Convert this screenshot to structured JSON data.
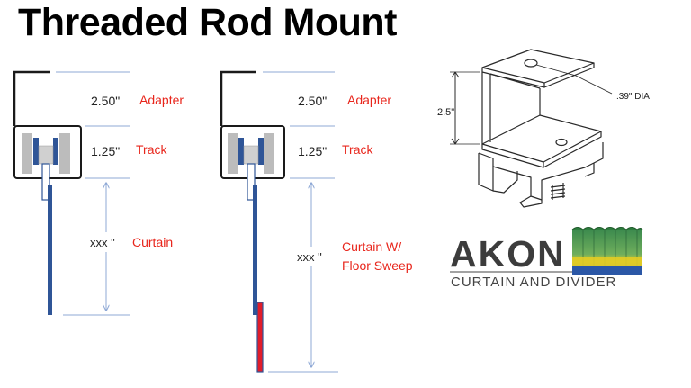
{
  "title": "Threaded Rod Mount",
  "left_diagram": {
    "adapter_dim": "2.50\"",
    "adapter_label": "Adapter",
    "track_dim": "1.25\"",
    "track_label": "Track",
    "curtain_dim": "xxx \"",
    "curtain_label": "Curtain"
  },
  "right_diagram": {
    "adapter_dim": "2.50\"",
    "adapter_label": "Adapter",
    "track_dim": "1.25\"",
    "track_label": "Track",
    "curtain_dim": "xxx \"",
    "curtain_label_line1": "Curtain W/",
    "curtain_label_line2": "Floor Sweep"
  },
  "bracket_drawing": {
    "height_dim": "2.5\"",
    "hole_dim": ".39\" DIA"
  },
  "logo": {
    "brand": "AKON",
    "tagline": "CURTAIN AND DIVIDER"
  },
  "colors": {
    "label_red": "#e8261c",
    "curtain_blue": "#2f5597",
    "dim_line_blue": "#8fa9d6",
    "track_gray": "#bcbcbc",
    "sweep_red": "#e11d2a"
  }
}
